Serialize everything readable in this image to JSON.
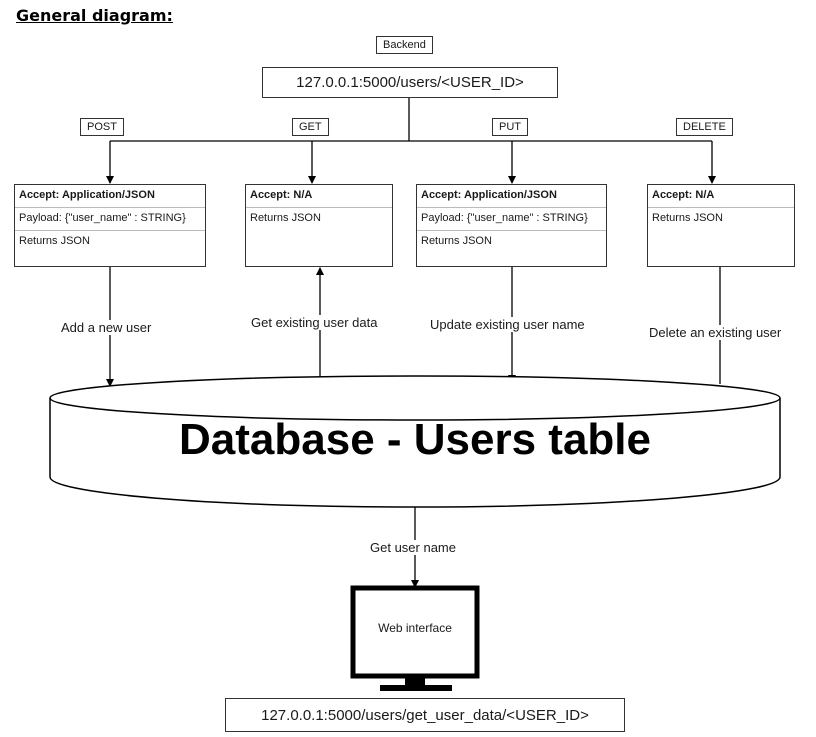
{
  "title": "General diagram:",
  "backend_label": "Backend",
  "backend_url": "127.0.0.1:5000/users/<USER_ID>",
  "methods": [
    {
      "verb": "POST",
      "accept": "Accept: Application/JSON",
      "payload": "Payload: {\"user_name\" : STRING}",
      "returns": "Returns JSON",
      "edge_label": "Add a new user"
    },
    {
      "verb": "GET",
      "accept": "Accept: N/A",
      "returns": "Returns JSON",
      "edge_label": "Get existing user data"
    },
    {
      "verb": "PUT",
      "accept": "Accept: Application/JSON",
      "payload": "Payload: {\"user_name\" : STRING}",
      "returns": "Returns JSON",
      "edge_label": "Update existing user name"
    },
    {
      "verb": "DELETE",
      "accept": "Accept: N/A",
      "returns": "Returns JSON",
      "edge_label": "Delete an existing user"
    }
  ],
  "database_label": "Database - Users table",
  "db_to_web_label": "Get user name",
  "web_interface_label": "Web interface",
  "web_url": "127.0.0.1:5000/users/get_user_data/<USER_ID>"
}
